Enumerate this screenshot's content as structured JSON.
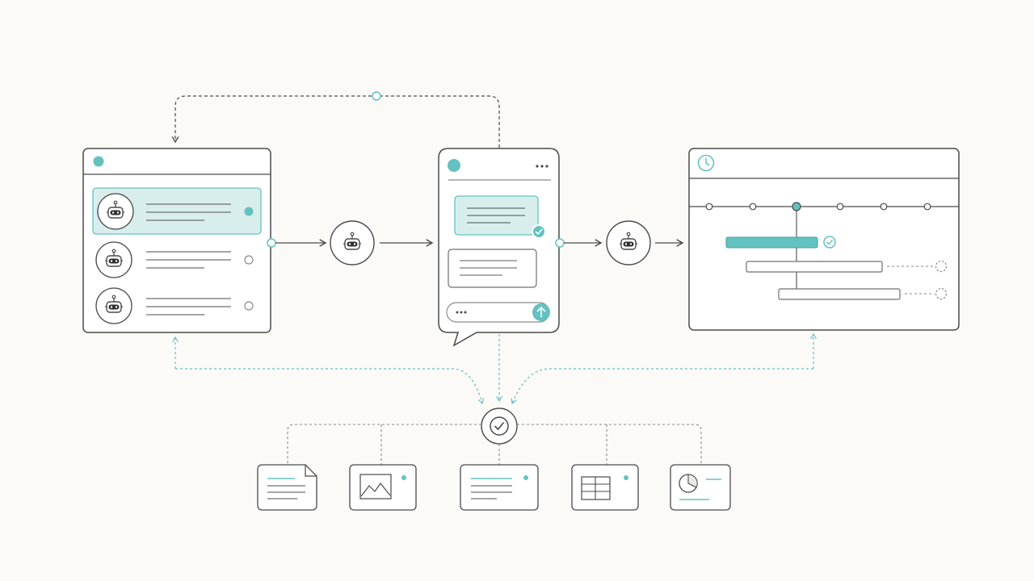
{
  "diagram": {
    "colors": {
      "background": "#fbfaf6",
      "stroke": "#4a4a4a",
      "accent": "#63c2c0",
      "accent_fill": "#d8eeed",
      "muted": "#8a8a8a"
    },
    "panels": {
      "agent_list": {
        "header_icon": "status-dot-icon",
        "items": [
          {
            "avatar": "robot-icon",
            "selected": true
          },
          {
            "avatar": "robot-icon",
            "selected": false
          },
          {
            "avatar": "robot-icon",
            "selected": false
          }
        ]
      },
      "chat": {
        "header_icon": "status-dot-icon",
        "menu_icon": "more-horizontal-icon",
        "messages": [
          {
            "side": "top",
            "highlighted": true,
            "confirmed": true
          },
          {
            "side": "bottom",
            "highlighted": false,
            "confirmed": false
          }
        ],
        "composer_icon": "send-arrow-icon"
      },
      "timeline": {
        "header_icon": "clock-icon",
        "ticks": 6,
        "active_tick": 3,
        "tasks": [
          {
            "status": "done"
          },
          {
            "status": "pending"
          },
          {
            "status": "pending"
          }
        ]
      }
    },
    "connectors": {
      "agent_nodes": [
        "robot-icon",
        "robot-icon"
      ],
      "hub_icon": "check-circle-icon"
    },
    "outputs": [
      {
        "kind": "document",
        "icon": "document-icon"
      },
      {
        "kind": "image",
        "icon": "image-icon"
      },
      {
        "kind": "text",
        "icon": "text-lines-icon"
      },
      {
        "kind": "table",
        "icon": "table-icon"
      },
      {
        "kind": "chart",
        "icon": "pie-chart-icon"
      }
    ]
  }
}
